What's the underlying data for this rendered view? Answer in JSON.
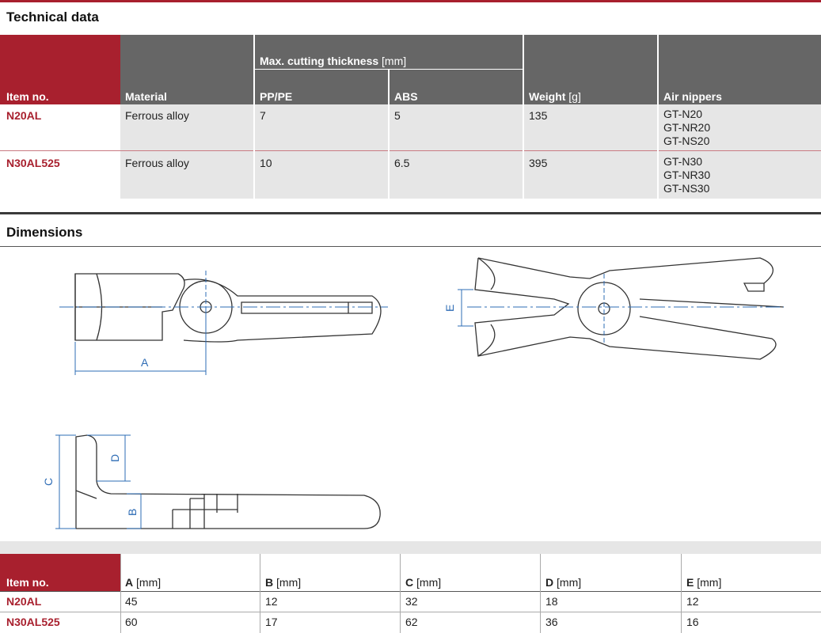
{
  "technical_data": {
    "title": "Technical data",
    "headers": {
      "item_no": "Item no.",
      "material": "Material",
      "max_cutting": "Max. cutting thickness",
      "max_cutting_unit": "[mm]",
      "pp_pe": "PP/PE",
      "abs": "ABS",
      "weight": "Weight",
      "weight_unit": "[g]",
      "air_nippers": "Air nippers"
    },
    "rows": [
      {
        "item": "N20AL",
        "material": "Ferrous alloy",
        "pp_pe": "7",
        "abs": "5",
        "weight": "135",
        "nippers": [
          "GT-N20",
          "GT-NR20",
          "GT-NS20"
        ]
      },
      {
        "item": "N30AL525",
        "material": "Ferrous alloy",
        "pp_pe": "10",
        "abs": "6.5",
        "weight": "395",
        "nippers": [
          "GT-N30",
          "GT-NR30",
          "GT-NS30"
        ]
      }
    ]
  },
  "dimensions": {
    "title": "Dimensions",
    "labels": {
      "a": "A",
      "b": "B",
      "c": "C",
      "d": "D",
      "e": "E"
    },
    "headers": [
      "Item no.",
      "A",
      "B",
      "C",
      "D",
      "E"
    ],
    "unit": "[mm]",
    "rows": [
      {
        "item": "N20AL",
        "values": [
          "45",
          "12",
          "32",
          "18",
          "12"
        ]
      },
      {
        "item": "N30AL525",
        "values": [
          "60",
          "17",
          "62",
          "36",
          "16"
        ]
      }
    ]
  },
  "colors": {
    "accent": "#a8202e",
    "header_gray": "#666666",
    "row_gray": "#e6e6e6",
    "dim_line": "#2e6cb5"
  }
}
